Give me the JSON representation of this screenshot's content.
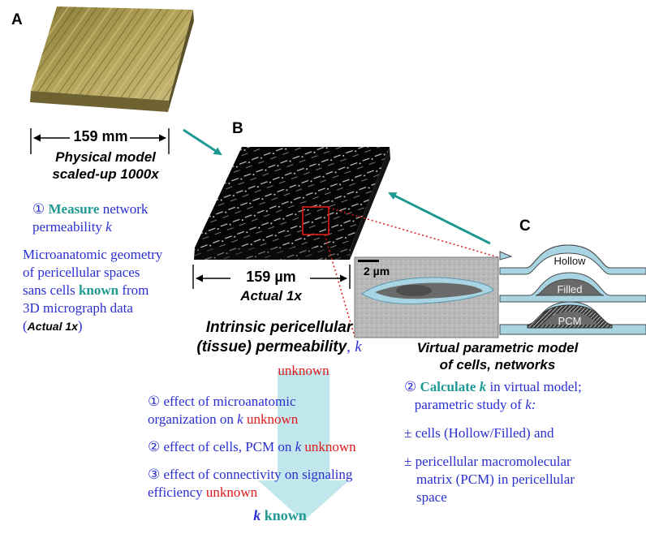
{
  "panels": {
    "a": "A",
    "b": "B",
    "c": "C"
  },
  "panel_a": {
    "dimension": "159 mm",
    "caption_line1": "Physical model",
    "caption_line2": "scaled-up 1000x",
    "step_num": "①",
    "step_verb": "Measure",
    "step_rest": "network",
    "step_line2": "permeability",
    "k": "k",
    "desc_line1": "Microanatomic geometry",
    "desc_line2": "of pericellular spaces",
    "desc_line3_pre": "sans cells",
    "desc_known": "known",
    "desc_line3_post": "from",
    "desc_line4": "3D micrograph data",
    "desc_paren_open": "(",
    "desc_actual": "Actual 1x",
    "desc_paren_close": ")"
  },
  "panel_b": {
    "dimension": "159 µm",
    "caption": "Actual 1x",
    "title_line1": "Intrinsic pericellular",
    "title_line2": "(tissue) permeability",
    "title_comma": ",",
    "k": "k",
    "unknown": "unknown",
    "items": [
      {
        "num": "①",
        "line1": "effect of microanatomic",
        "line2_pre": "organization on",
        "k": "k",
        "unknown": "unknown"
      },
      {
        "num": "②",
        "line1_pre": "effect of cells, PCM on",
        "k": "k",
        "unknown": "unknown"
      },
      {
        "num": "③",
        "line1": "effect of connectivity on signaling",
        "line2_pre": "efficiency",
        "unknown": "unknown"
      }
    ],
    "result_k": "k",
    "result_known": "known"
  },
  "panel_c": {
    "scale_bar": "2 µm",
    "models": [
      "Hollow",
      "Filled",
      "PCM"
    ],
    "caption_line1": "Virtual parametric model",
    "caption_line2": "of cells, networks",
    "step_num": "②",
    "step_verb": "Calculate",
    "k": "k",
    "step_rest": "in virtual model;",
    "step_line2": "parametric study of",
    "step_line2_k": "k:",
    "bullet1": "± cells (Hollow/Filled) and",
    "bullet2_line1": "± pericellular macromolecular",
    "bullet2_line2": "matrix (PCM) in pericellular",
    "bullet2_line3": "space"
  },
  "colors": {
    "text_blue": "#2a2fd0",
    "accent_teal": "#1f9a93",
    "unknown_red": "#e01a1a",
    "arrow_fill": "#bfe7ec",
    "layer_blue": "#a8d4e3"
  }
}
